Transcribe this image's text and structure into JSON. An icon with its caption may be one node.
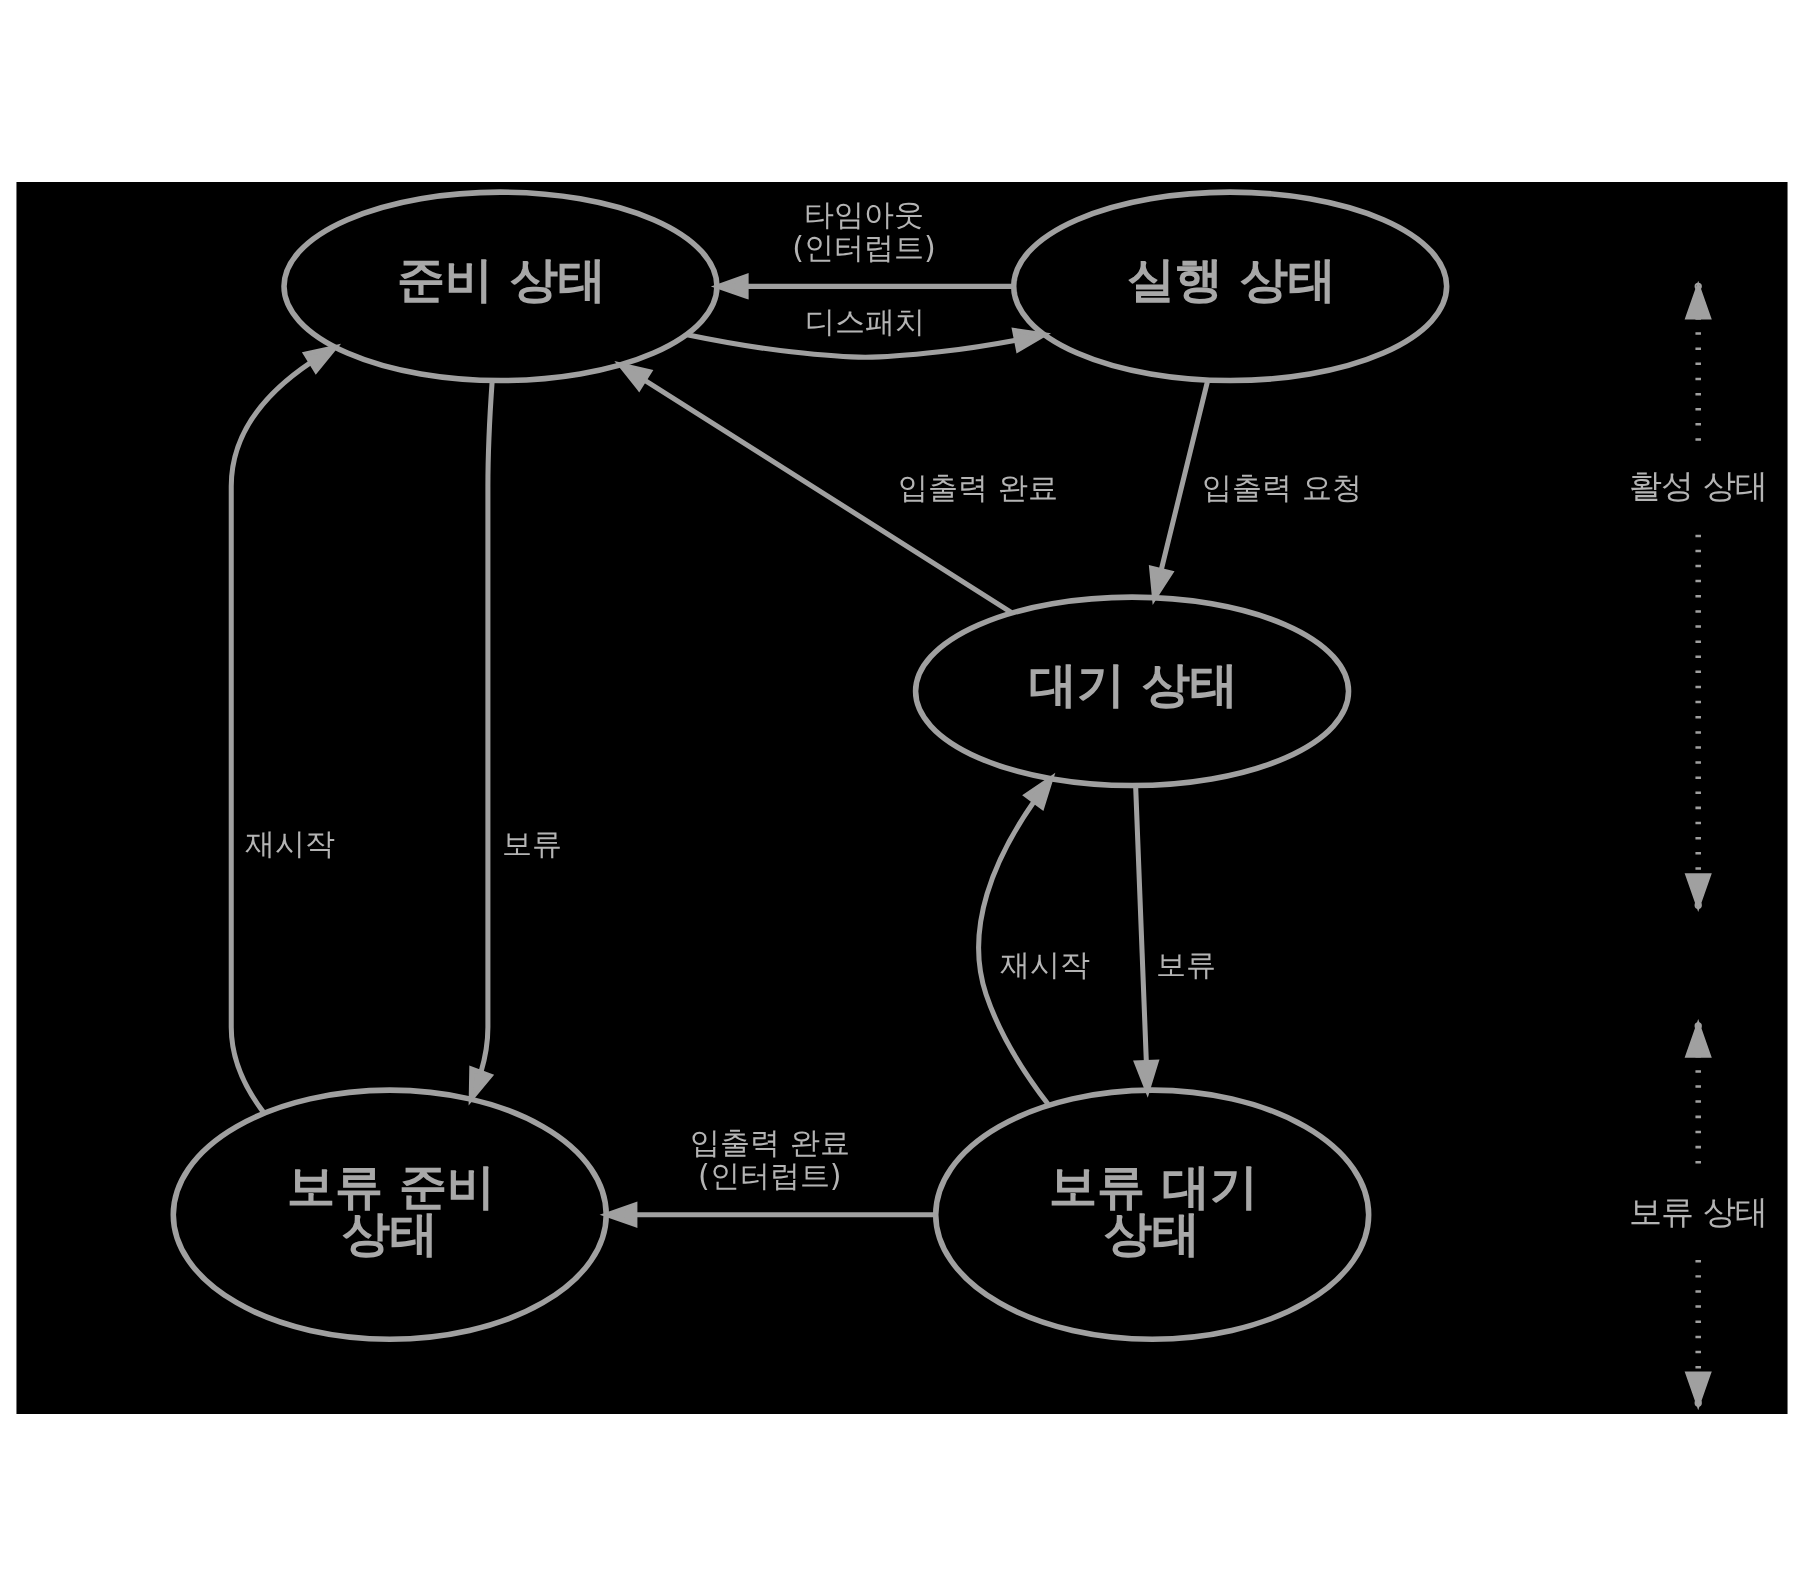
{
  "diagram": {
    "nodes": [
      {
        "text": [
          "준비 상태"
        ]
      },
      {
        "text": [
          "실행 상태"
        ]
      },
      {
        "text": [
          "대기 상태"
        ]
      },
      {
        "text": [
          "보류 준비 상태"
        ]
      },
      {
        "text": [
          "보류 대기 상태"
        ]
      }
    ],
    "edges": [
      {
        "from": 0,
        "to": 1,
        "label": "디스패치",
        "arrow": "to"
      },
      {
        "from": 1,
        "to": 0,
        "label": "타임아웃 (인터럽트)",
        "arrow": "to"
      },
      {
        "from": 1,
        "to": 2,
        "label": "입출력 요청",
        "arrow": "to"
      },
      {
        "from": 2,
        "to": 0,
        "label": "입출력 완료",
        "arrow": "to"
      },
      {
        "from": 3,
        "to": 0,
        "label": "재시작",
        "arrow": "to"
      },
      {
        "from": 0,
        "to": 3,
        "label": "보류",
        "arrow": "to"
      },
      {
        "from": 4,
        "to": 2,
        "label": "재시작",
        "arrow": "to"
      },
      {
        "from": 2,
        "to": 4,
        "label": "보류",
        "arrow": "to"
      },
      {
        "from": 4,
        "to": 3,
        "label": "입출력 완료 (인터럽트)",
        "arrow": "to"
      }
    ],
    "labels": [
      "활성 상태",
      "보류 상태"
    ]
  }
}
